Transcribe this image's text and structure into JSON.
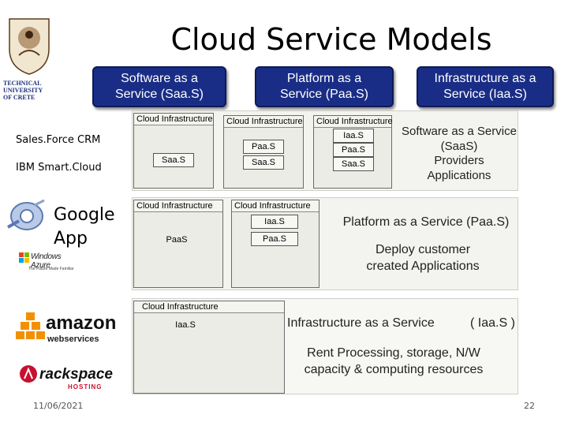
{
  "slide": {
    "title": "Cloud Service Models",
    "date": "11/06/2021",
    "page_number": "22"
  },
  "logo": {
    "lines": [
      "TECHNICAL",
      "UNIVERSITY",
      "OF CRETE"
    ]
  },
  "headers": [
    {
      "line1": "Software as a",
      "line2": "Service (Saa.S)"
    },
    {
      "line1": "Platform as a",
      "line2": "Service (Paa.S)"
    },
    {
      "line1": "Infrastructure as a",
      "line2": "Service (Iaa.S)"
    }
  ],
  "providers": {
    "salesforce": "Sales.Force CRM",
    "ibm": "IBM Smart.Cloud",
    "google": {
      "line1": "Google",
      "line2": "App"
    },
    "windowsazure": {
      "text": "Windows Azure",
      "tagline": "The Future Made Familiar"
    },
    "amazon": {
      "main": "amazon",
      "sub": "webservices"
    },
    "rackspace": {
      "main": "rackspace",
      "sub": "HOSTING"
    }
  },
  "saas_row": {
    "stack1": {
      "caption": "Cloud Infrastructure",
      "box": "Saa.S"
    },
    "stack2": {
      "caption": "Cloud Infrastructure",
      "boxes": [
        "Paa.S",
        "Saa.S"
      ]
    },
    "stack3": {
      "caption": "Cloud Infrastructure",
      "boxes": [
        "Iaa.S",
        "Paa.S",
        "Saa.S"
      ]
    },
    "description": [
      "Software as a Service",
      "(SaaS)",
      "Providers",
      "Applications"
    ]
  },
  "paas_row": {
    "stack1": {
      "caption": "Cloud Infrastructure",
      "box": "PaaS"
    },
    "stack2": {
      "caption": "Cloud Infrastructure",
      "boxes": [
        "Iaa.S",
        "Paa.S"
      ]
    },
    "description": [
      "Platform as a Service (Paa.S)",
      "Deploy customer",
      "created Applications"
    ]
  },
  "iaas_row": {
    "stack1": {
      "caption": "Cloud Infrastructure",
      "box": "Iaa.S"
    },
    "heading": "Infrastructure as a Service",
    "heading_abbr": "( Iaa.S )",
    "description": [
      "Rent Processing, storage, N/W",
      "capacity &  computing resources"
    ]
  },
  "colors": {
    "header_fill": "#1a2d86",
    "amazon_orange": "#f29100",
    "rackspace_red": "#c8102e"
  }
}
